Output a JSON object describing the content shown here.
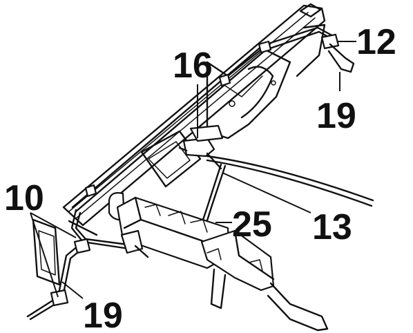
{
  "callouts": {
    "c16": "16",
    "c12": "12",
    "c19_top": "19",
    "c10": "10",
    "c19_bottom": "19",
    "c25": "25",
    "c13": "13"
  },
  "colors": {
    "ink": "#111111",
    "background": "#ffffff"
  }
}
